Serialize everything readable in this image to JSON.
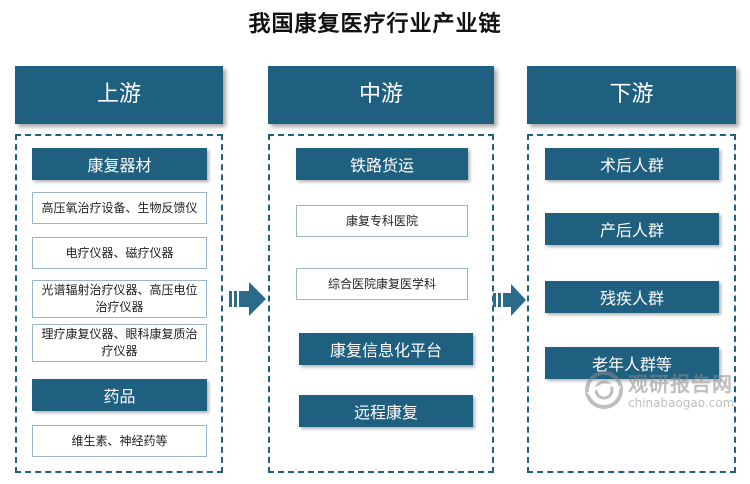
{
  "title": "我国康复医疗行业产业链",
  "upstream": {
    "header": "上游",
    "group1": {
      "title": "康复器材",
      "items": [
        "高压氧治疗设备、生物反馈仪",
        "电疗仪器、磁疗仪器",
        "光谱辐射治疗仪器、高压电位治疗仪器",
        "理疗康复仪器、眼科康复质治疗仪器"
      ]
    },
    "group2": {
      "title": "药品",
      "items": [
        "维生素、神经药等"
      ]
    }
  },
  "midstream": {
    "header": "中游",
    "group1": {
      "title": "铁路货运",
      "items": [
        "康复专科医院",
        "综合医院康复医学科"
      ]
    },
    "platform": "康复信息化平台",
    "remote": "远程康复"
  },
  "downstream": {
    "header": "下游",
    "items": [
      "术后人群",
      "产后人群",
      "残疾人群",
      "老年人群等"
    ]
  },
  "watermark": {
    "brand": "观研报告网",
    "url": "chinabaogao.com"
  },
  "colors": {
    "primary": "#1f5f7f",
    "accent_arrow": "#2b6a8a"
  }
}
